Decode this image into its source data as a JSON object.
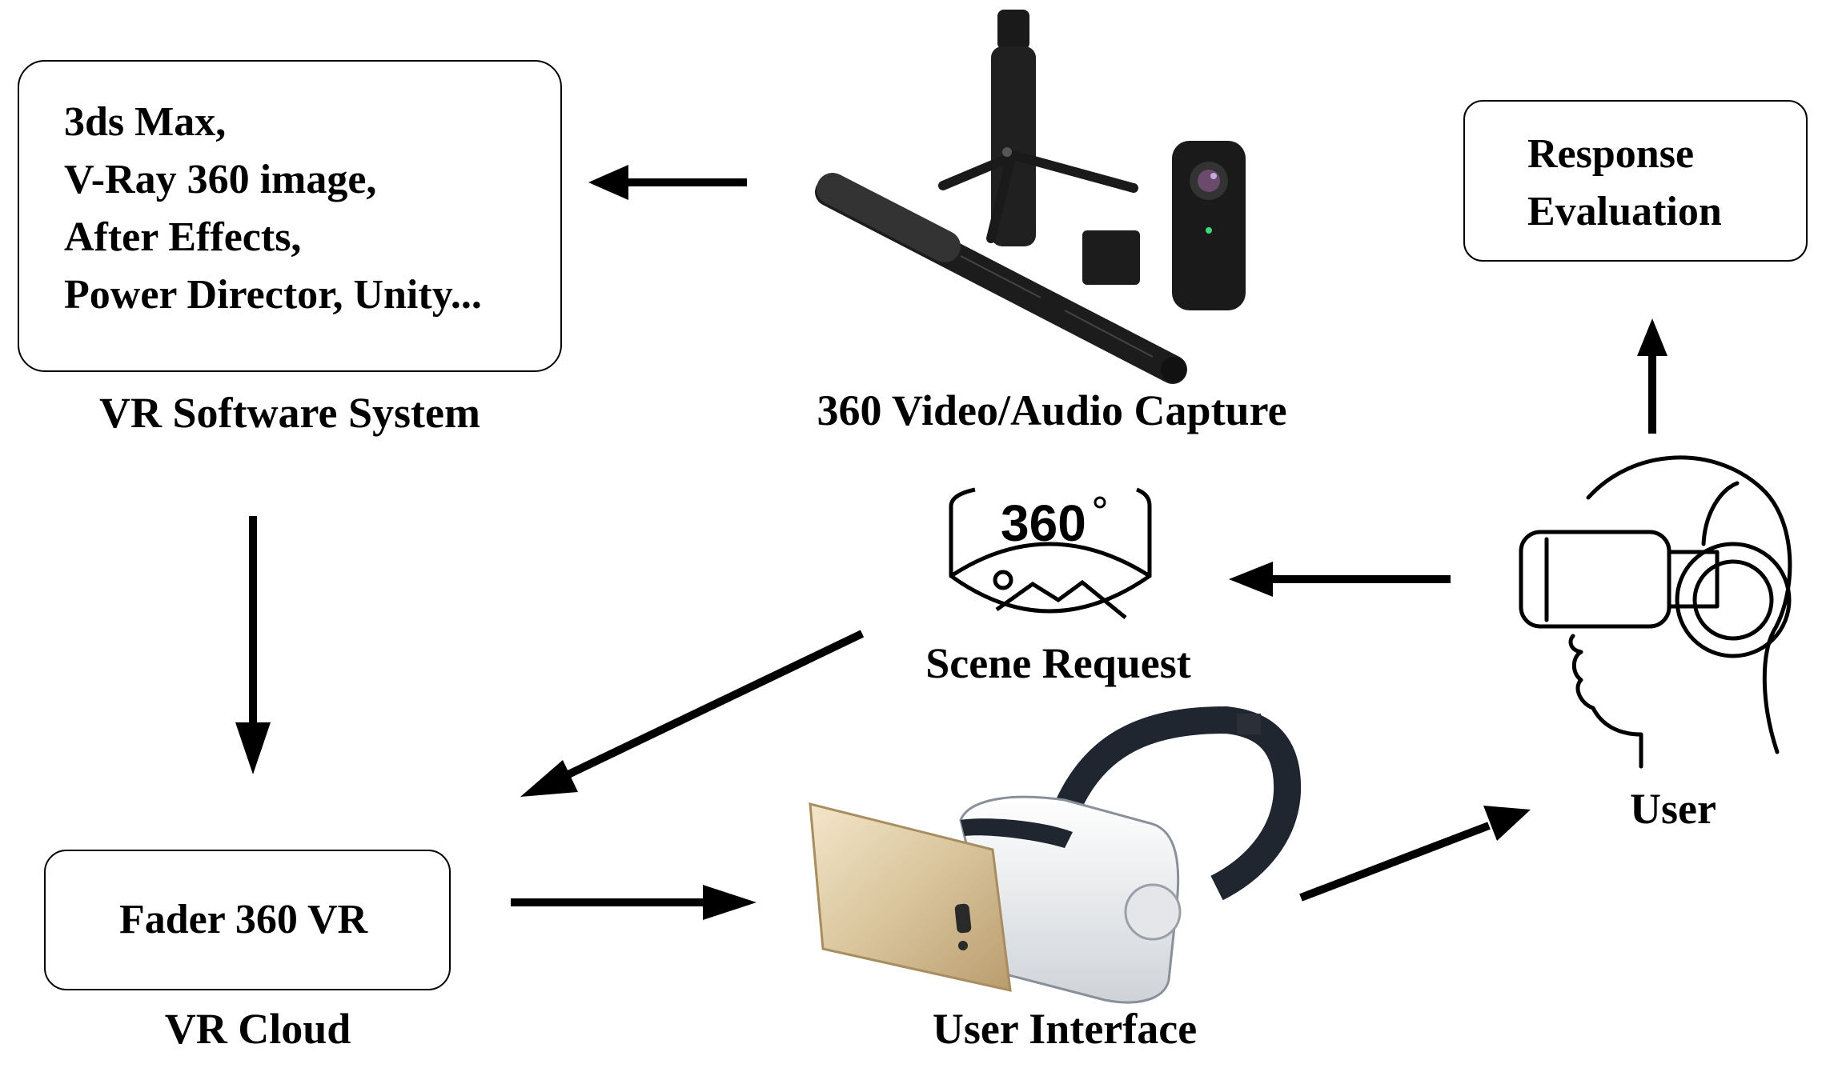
{
  "software_box": {
    "lines": [
      "3ds Max,",
      "V-Ray 360 image,",
      "After Effects,",
      "Power Director, Unity..."
    ],
    "caption": "VR Software System"
  },
  "capture": {
    "caption": "360 Video/Audio Capture"
  },
  "response_box": {
    "lines": [
      "Response",
      "Evaluation"
    ]
  },
  "scene": {
    "badge_text": "360°",
    "caption": "Scene Request"
  },
  "user": {
    "caption": "User"
  },
  "cloud_box": {
    "text": "Fader 360 VR",
    "caption": "VR Cloud"
  },
  "interface": {
    "caption": "User Interface"
  }
}
